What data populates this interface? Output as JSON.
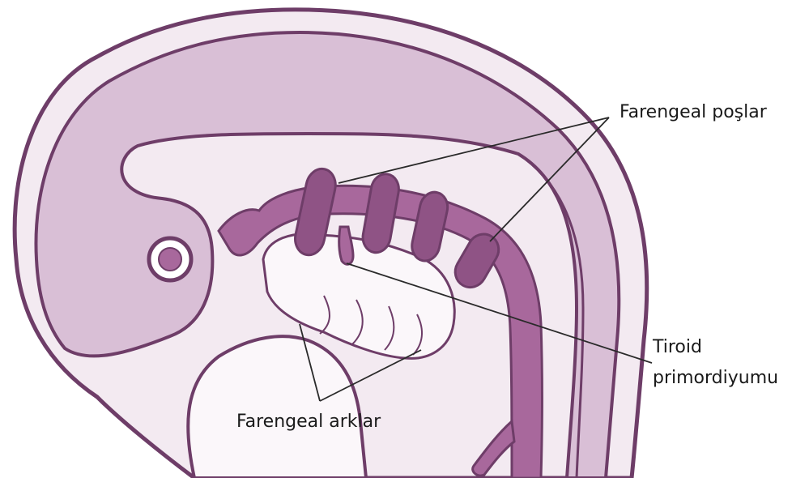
{
  "labels": {
    "pharyngeal_pouches": "Farengeal poşlar",
    "thyroid_line1": "Tiroid",
    "thyroid_line2": "primordiyumu",
    "pharyngeal_arches": "Farengeal arklar"
  },
  "colors": {
    "outline": "#6e3d68",
    "outer_fill": "#f3eaf1",
    "mid_fill": "#d9bfd6",
    "gut_fill": "#a8689c",
    "pouch_fill": "#8f5385",
    "pale_fill": "#fbf7fa",
    "leader": "#2a2a2a"
  }
}
